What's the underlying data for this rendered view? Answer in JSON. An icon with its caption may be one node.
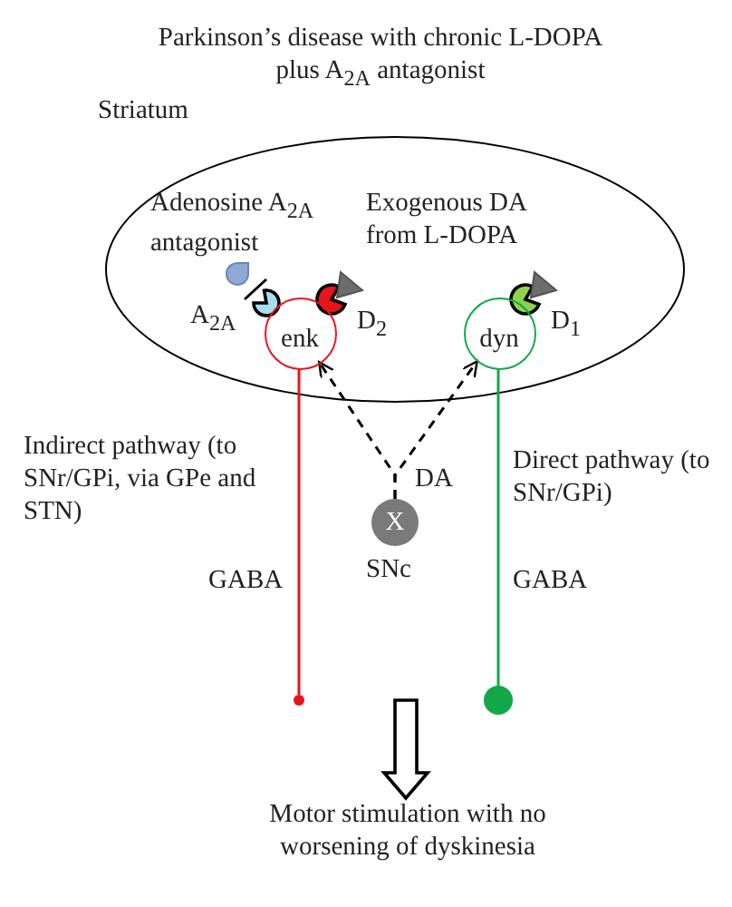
{
  "diagram": {
    "title": "Parkinson’s disease with chronic L-DOPA plus A$_{2A}$ antagonist",
    "nodes": [
      {
        "text": [
          "Striatum"
        ]
      },
      {
        "text": [
          "enk"
        ],
        "in": 0,
        "beside": [
          "A$_{2A}$",
          "D$_{2}$"
        ]
      },
      {
        "text": [
          "dyn"
        ],
        "in": 0,
        "beside": [
          "D$_{1}$"
        ]
      },
      {
        "text": [
          "X"
        ],
        "beside": [
          "DA",
          "SNc"
        ]
      },
      {
        "text": [],
        "shape": "circle"
      },
      {
        "text": [],
        "shape": "circle"
      },
      {
        "text": [
          "Motor stimulation with no worsening of dyskinesia"
        ]
      }
    ],
    "edges": [
      {
        "from": 3,
        "to": 1,
        "arrow": "to",
        "style": "dashed"
      },
      {
        "from": 3,
        "to": 2,
        "arrow": "to",
        "style": "dashed"
      },
      {
        "from": 1,
        "to": 4,
        "arrow": "none",
        "label": "GABA",
        "color": "#e8141c"
      },
      {
        "from": 2,
        "to": 5,
        "arrow": "none",
        "label": "GABA",
        "color": "#12a84a"
      },
      {
        "from": null,
        "to": 6,
        "arrow": "to",
        "style": "thick"
      }
    ],
    "labels": [
      "Adenosine A$_{2A}$ antagonist",
      "Exogenous DA from L-DOPA",
      "Indirect pathway (to SNr/GPi, via GPe and STN)",
      "Direct pathway (to SNr/GPi)"
    ]
  }
}
